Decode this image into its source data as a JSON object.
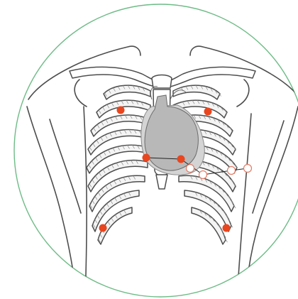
{
  "colors": {
    "frame_circle": "#6dbb86",
    "body_outline": "#4d4d4d",
    "bone_fill": "#ffffff",
    "rib_fill": "#f4f4f4",
    "heart_fill": "#b8b8b8",
    "heart_shadow": "#d4d4d4",
    "electrode_active": "#e8461f",
    "electrode_precordial_fill": "#ffffff",
    "electrode_precordial_stroke": "#e37b65",
    "lead_wire": "#222222"
  },
  "diagram": {
    "subject": "anterior-thorax-ecg-electrode-placement",
    "limb_electrodes": [
      {
        "name": "right-arm",
        "color_key": "electrode_active"
      },
      {
        "name": "left-arm",
        "color_key": "electrode_active"
      },
      {
        "name": "right-leg",
        "color_key": "electrode_active"
      },
      {
        "name": "left-leg",
        "color_key": "electrode_active"
      }
    ],
    "chest_electrodes_filled": [
      {
        "name": "v1"
      },
      {
        "name": "v2"
      }
    ],
    "chest_electrodes_open": [
      {
        "name": "v3"
      },
      {
        "name": "v4"
      },
      {
        "name": "v5"
      },
      {
        "name": "v6"
      }
    ]
  }
}
